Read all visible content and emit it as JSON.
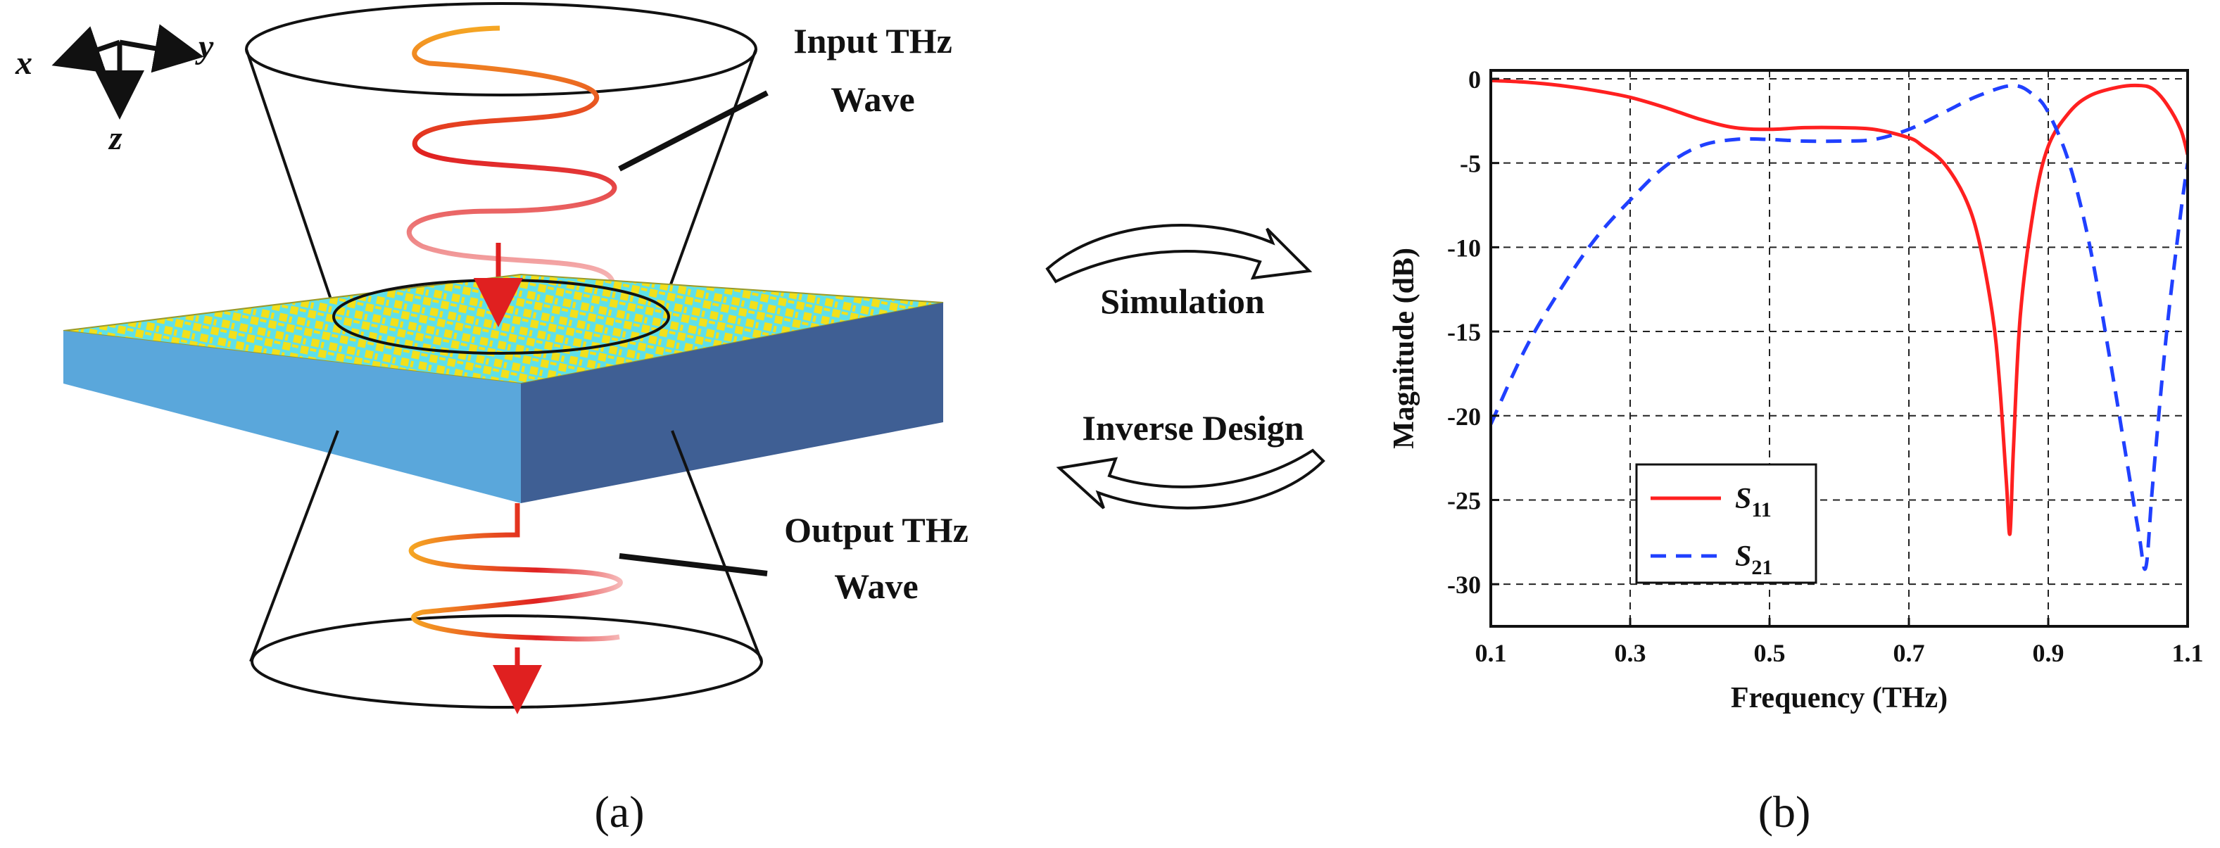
{
  "panel_a": {
    "axes": {
      "x": "x",
      "y": "y",
      "z": "z"
    },
    "input_label_line1": "Input THz",
    "input_label_line2": "Wave",
    "output_label_line1": "Output THz",
    "output_label_line2": "Wave",
    "caption": "(a)",
    "colors": {
      "metasurface_yellow": "#f2e01c",
      "metasurface_cyan": "#5fe0e8",
      "substrate_side": "#5aa7db",
      "substrate_dark": "#3f5f94",
      "wave_red": "#e02020",
      "wave_orange": "#f5a623"
    }
  },
  "middle": {
    "simulation_label": "Simulation",
    "inverse_label": "Inverse Design"
  },
  "panel_b": {
    "caption": "(b)",
    "chart_data": {
      "type": "line",
      "xlabel": "Frequency (THz)",
      "ylabel": "Magnitude (dB)",
      "xlim": [
        0.1,
        1.1
      ],
      "ylim": [
        -32.5,
        0.5
      ],
      "xticks": [
        "0.1",
        "0.3",
        "0.5",
        "0.7",
        "0.9",
        "1.1"
      ],
      "yticks": [
        "0",
        "-5",
        "-10",
        "-15",
        "-20",
        "-25",
        "-30"
      ],
      "grid": true,
      "legend_position": "bottom-left",
      "series": [
        {
          "name": "S11",
          "name_main": "S",
          "name_sub": "11",
          "color": "#ff2020",
          "dash": "solid",
          "points": [
            [
              0.1,
              -0.1
            ],
            [
              0.15,
              -0.2
            ],
            [
              0.2,
              -0.4
            ],
            [
              0.25,
              -0.7
            ],
            [
              0.3,
              -1.1
            ],
            [
              0.35,
              -1.7
            ],
            [
              0.4,
              -2.4
            ],
            [
              0.45,
              -2.9
            ],
            [
              0.5,
              -3.0
            ],
            [
              0.55,
              -2.9
            ],
            [
              0.6,
              -2.9
            ],
            [
              0.65,
              -3.0
            ],
            [
              0.7,
              -3.5
            ],
            [
              0.72,
              -4.0
            ],
            [
              0.75,
              -5.0
            ],
            [
              0.78,
              -7.0
            ],
            [
              0.8,
              -9.5
            ],
            [
              0.82,
              -14.0
            ],
            [
              0.83,
              -18.0
            ],
            [
              0.84,
              -24.0
            ],
            [
              0.845,
              -27.0
            ],
            [
              0.85,
              -22.0
            ],
            [
              0.86,
              -14.0
            ],
            [
              0.88,
              -7.5
            ],
            [
              0.9,
              -4.0
            ],
            [
              0.93,
              -2.0
            ],
            [
              0.96,
              -1.0
            ],
            [
              1.0,
              -0.5
            ],
            [
              1.03,
              -0.4
            ],
            [
              1.05,
              -0.6
            ],
            [
              1.07,
              -1.5
            ],
            [
              1.09,
              -3.0
            ],
            [
              1.1,
              -4.5
            ]
          ]
        },
        {
          "name": "S21",
          "name_main": "S",
          "name_sub": "21",
          "color": "#2040ff",
          "dash": "dashed",
          "points": [
            [
              0.1,
              -20.5
            ],
            [
              0.15,
              -16.0
            ],
            [
              0.2,
              -12.5
            ],
            [
              0.25,
              -9.5
            ],
            [
              0.3,
              -7.2
            ],
            [
              0.35,
              -5.2
            ],
            [
              0.4,
              -4.0
            ],
            [
              0.45,
              -3.6
            ],
            [
              0.5,
              -3.6
            ],
            [
              0.55,
              -3.7
            ],
            [
              0.6,
              -3.7
            ],
            [
              0.65,
              -3.6
            ],
            [
              0.7,
              -3.0
            ],
            [
              0.75,
              -2.0
            ],
            [
              0.8,
              -1.0
            ],
            [
              0.85,
              -0.4
            ],
            [
              0.88,
              -1.0
            ],
            [
              0.9,
              -2.0
            ],
            [
              0.93,
              -5.0
            ],
            [
              0.96,
              -10.0
            ],
            [
              0.99,
              -17.0
            ],
            [
              1.01,
              -22.0
            ],
            [
              1.03,
              -27.0
            ],
            [
              1.04,
              -29.0
            ],
            [
              1.05,
              -24.0
            ],
            [
              1.07,
              -15.0
            ],
            [
              1.09,
              -8.0
            ],
            [
              1.1,
              -5.0
            ]
          ]
        }
      ]
    }
  }
}
